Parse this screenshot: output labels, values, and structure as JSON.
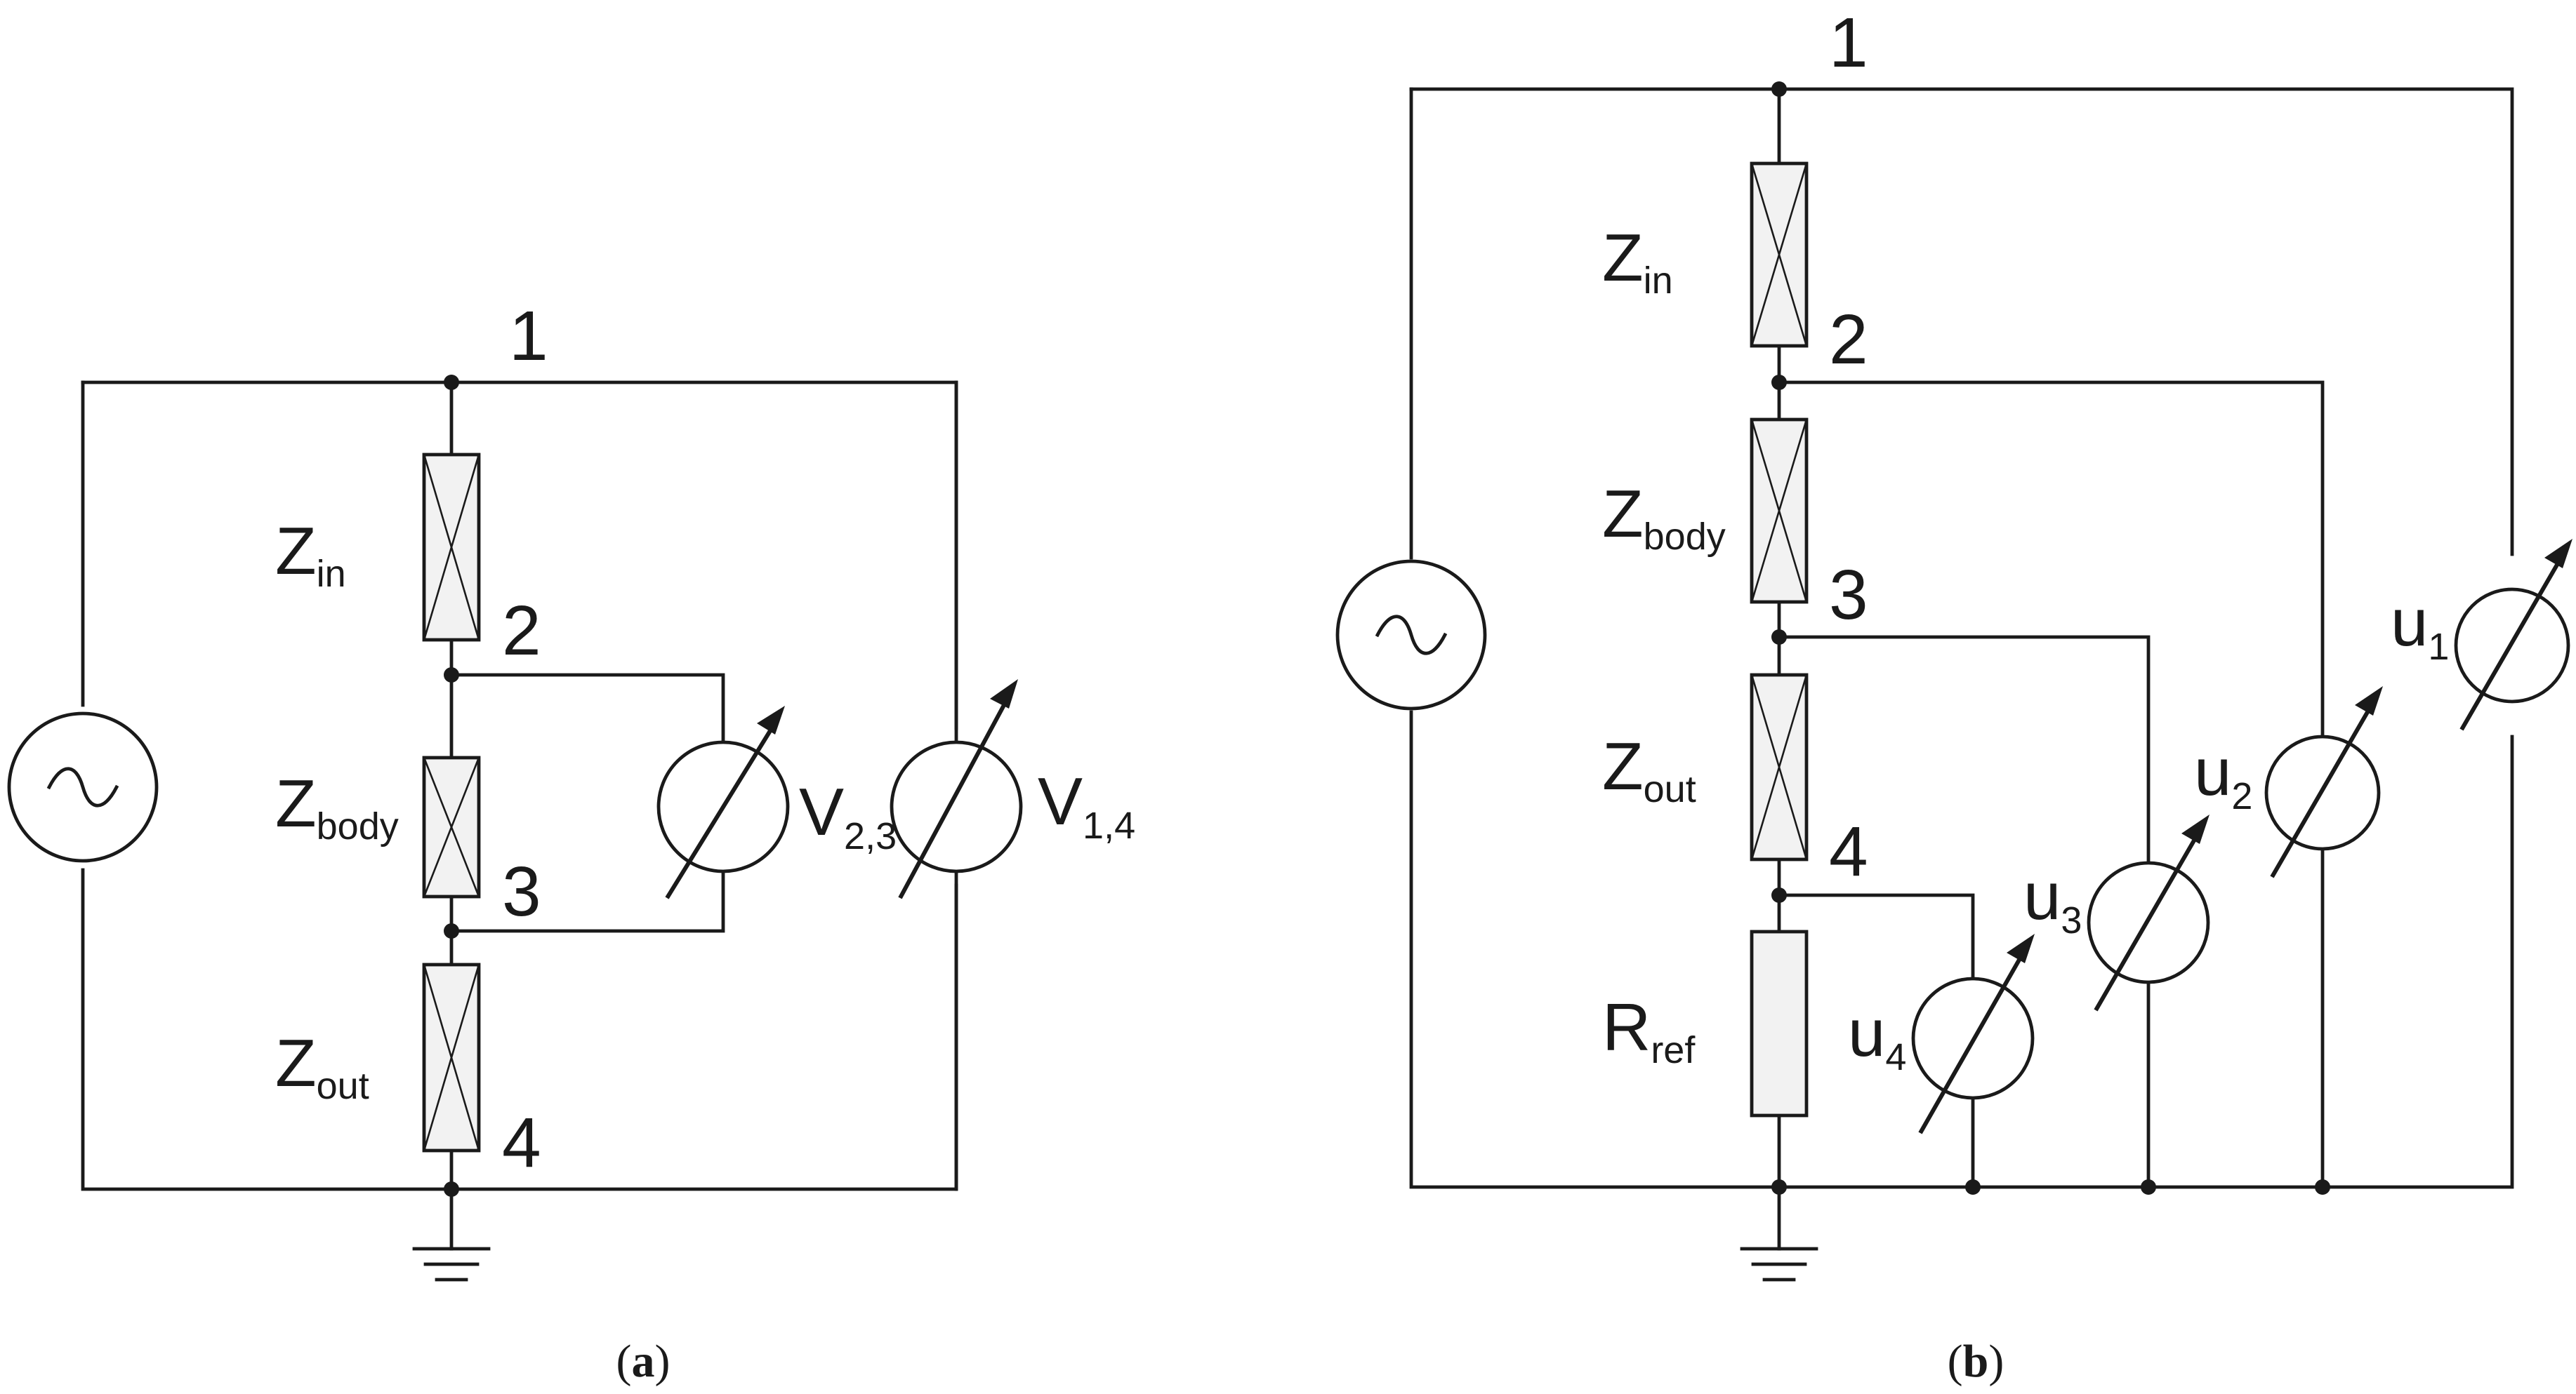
{
  "panel_a": {
    "caption": "(a)",
    "caption_letter": "a",
    "nodes": [
      "1",
      "2",
      "3",
      "4"
    ],
    "impedances": [
      {
        "base": "Z",
        "sub": "in"
      },
      {
        "base": "Z",
        "sub": "body"
      },
      {
        "base": "Z",
        "sub": "out"
      }
    ],
    "meters": [
      {
        "base": "V",
        "sub": "2,3"
      },
      {
        "base": "V",
        "sub": "1,4"
      }
    ]
  },
  "panel_b": {
    "caption": "(b)",
    "caption_letter": "b",
    "nodes": [
      "1",
      "2",
      "3",
      "4"
    ],
    "impedances": [
      {
        "base": "Z",
        "sub": "in"
      },
      {
        "base": "Z",
        "sub": "body"
      },
      {
        "base": "Z",
        "sub": "out"
      }
    ],
    "resistor": {
      "base": "R",
      "sub": "ref"
    },
    "meters": [
      {
        "base": "u",
        "sub": "1"
      },
      {
        "base": "u",
        "sub": "2"
      },
      {
        "base": "u",
        "sub": "3"
      },
      {
        "base": "u",
        "sub": "4"
      }
    ]
  }
}
